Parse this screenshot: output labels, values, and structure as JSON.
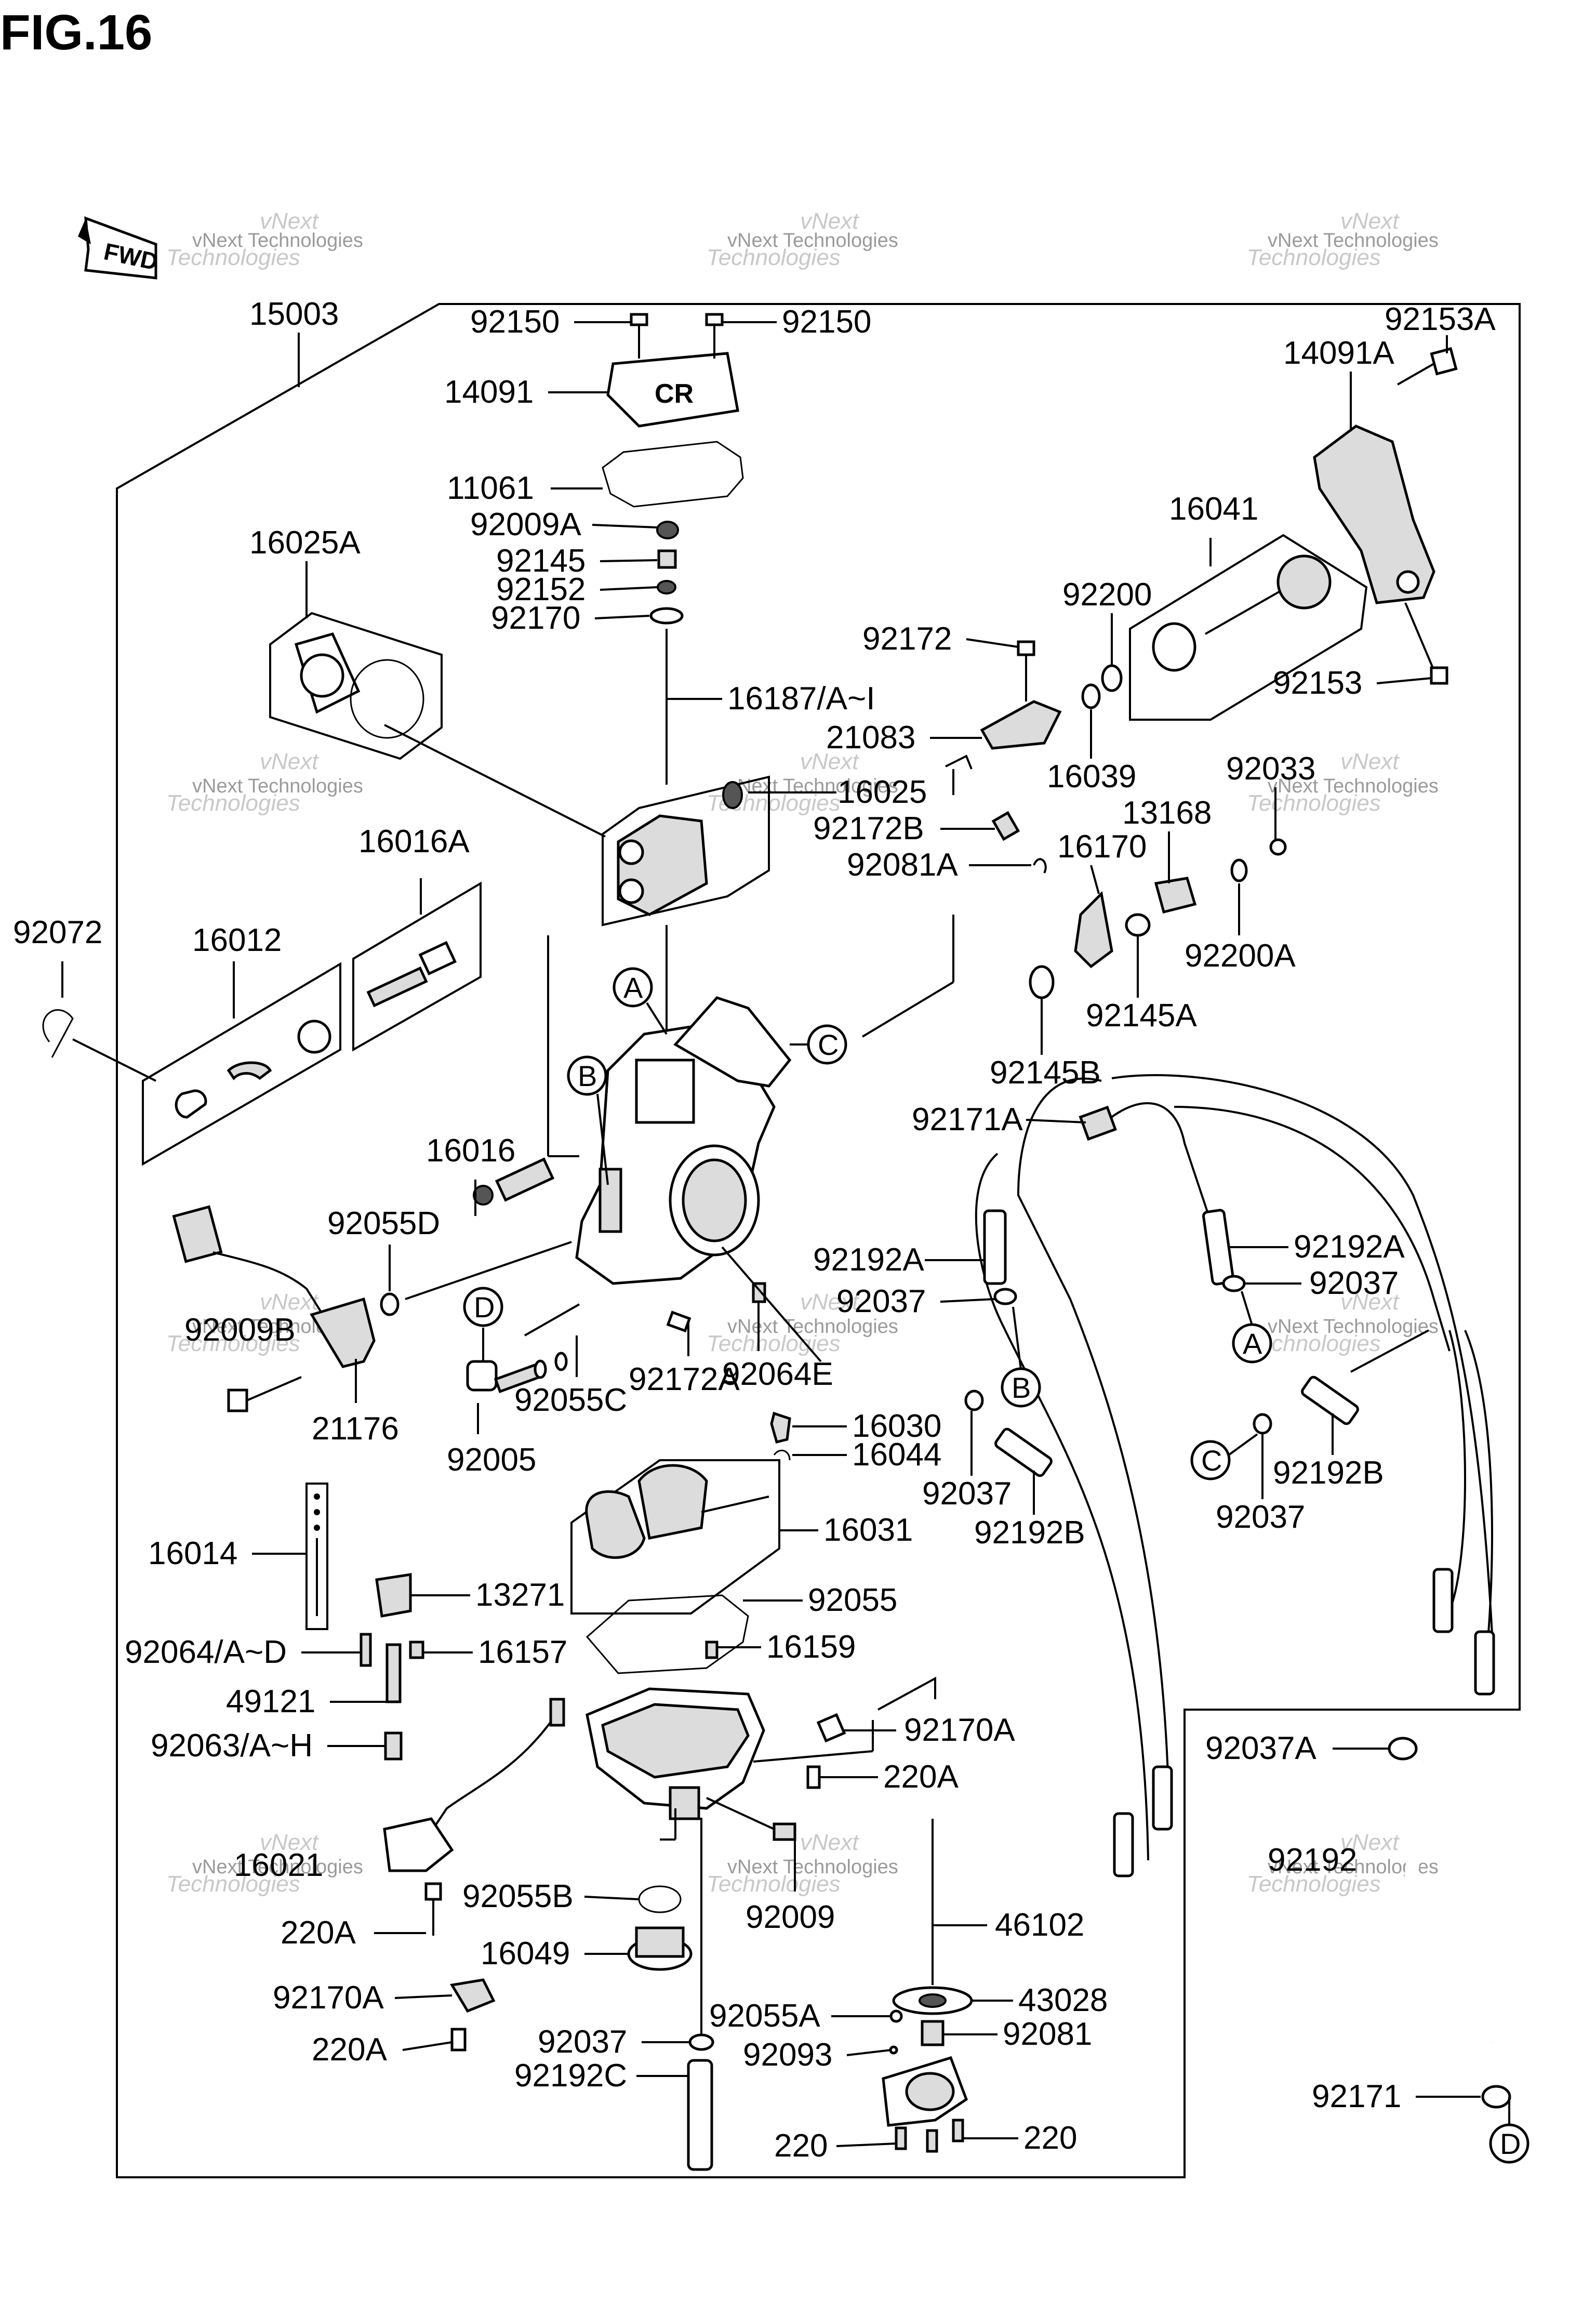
{
  "figure_title": "FIG.16",
  "direction_badge": "FWD",
  "watermark": {
    "line1": "vNext",
    "line2": "Technologies",
    "small": "vNext Technologies"
  },
  "callouts": [
    "A",
    "B",
    "C",
    "D"
  ],
  "part_labels": {
    "p15003": "15003",
    "p92150_l": "92150",
    "p92150_r": "92150",
    "p14091": "14091",
    "p11061": "11061",
    "p92009A": "92009A",
    "p92145": "92145",
    "p92152": "92152",
    "p92170": "92170",
    "p16025A": "16025A",
    "p16187": "16187/A~I",
    "p16025": "16025",
    "p92153A": "92153A",
    "p14091A": "14091A",
    "p16041": "16041",
    "p92200": "92200",
    "p92172": "92172",
    "p92153": "92153",
    "p21083": "21083",
    "p16039": "16039",
    "p92033": "92033",
    "p92172B": "92172B",
    "p13168": "13168",
    "p92081A": "92081A",
    "p16170": "16170",
    "p92200A": "92200A",
    "p92072": "92072",
    "p16016A": "16016A",
    "p16012": "16012",
    "p92145A": "92145A",
    "p92145B": "92145B",
    "p92171A": "92171A",
    "p16016": "16016",
    "p92055D": "92055D",
    "p92192A_l": "92192A",
    "p92192A_r": "92192A",
    "p92037_a": "92037",
    "p92037_b": "92037",
    "p92009B": "92009B",
    "p21176": "21176",
    "p92172A": "92172A",
    "p92064E": "92064E",
    "p92055C": "92055C",
    "p92005": "92005",
    "p16030": "16030",
    "p16044": "16044",
    "p92037_c": "92037",
    "p92192B_l": "92192B",
    "p92192B_r": "92192B",
    "p92037_d": "92037",
    "p16031": "16031",
    "p16014": "16014",
    "p13271": "13271",
    "p92055": "92055",
    "p92064AD": "92064/A~D",
    "p16157": "16157",
    "p16159": "16159",
    "p49121": "49121",
    "p92170A_r": "92170A",
    "p92063AH": "92063/A~H",
    "p220A_r": "220A",
    "p92037A": "92037A",
    "p16021": "16021",
    "p92055B": "92055B",
    "p92009": "92009",
    "p92192": "92192",
    "p220A_l1": "220A",
    "p46102": "46102",
    "p16049": "16049",
    "p92170A_l": "92170A",
    "p43028": "43028",
    "p92055A": "92055A",
    "p92037_e": "92037",
    "p92081": "92081",
    "p220A_l2": "220A",
    "p92093": "92093",
    "p92192C": "92192C",
    "p92171": "92171",
    "p220_l": "220",
    "p220_r": "220"
  }
}
